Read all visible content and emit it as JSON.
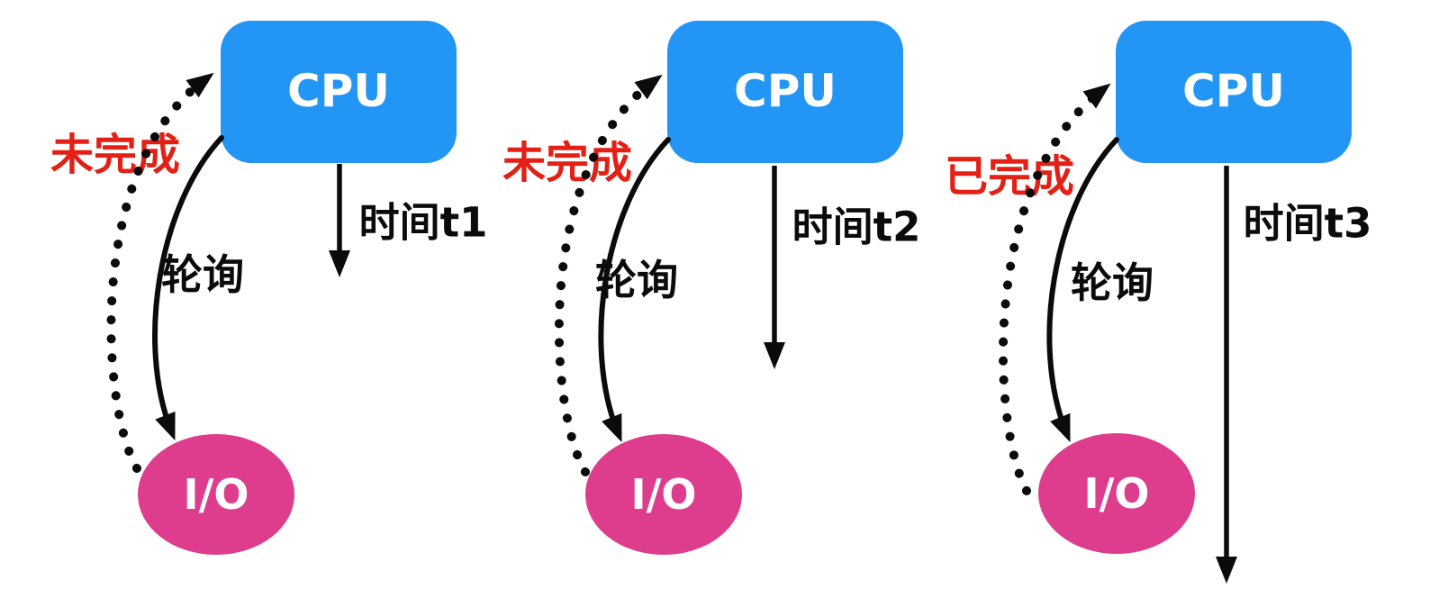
{
  "colors": {
    "cpu_box_blue": "#2395f4",
    "io_ellipse_pink": "#de3c8c",
    "status_text_red": "#e22015",
    "arrow_black": "#0b0b0b",
    "box_text_white": "#ffffff"
  },
  "panels": [
    {
      "cpu_label": "CPU",
      "io_label": "I/O",
      "status_label": "未完成",
      "polling_label": "轮询",
      "time_label": "时间t1"
    },
    {
      "cpu_label": "CPU",
      "io_label": "I/O",
      "status_label": "未完成",
      "polling_label": "轮询",
      "time_label": "时间t2"
    },
    {
      "cpu_label": "CPU",
      "io_label": "I/O",
      "status_label": "已完成",
      "polling_label": "轮询",
      "time_label": "时间t3"
    }
  ]
}
